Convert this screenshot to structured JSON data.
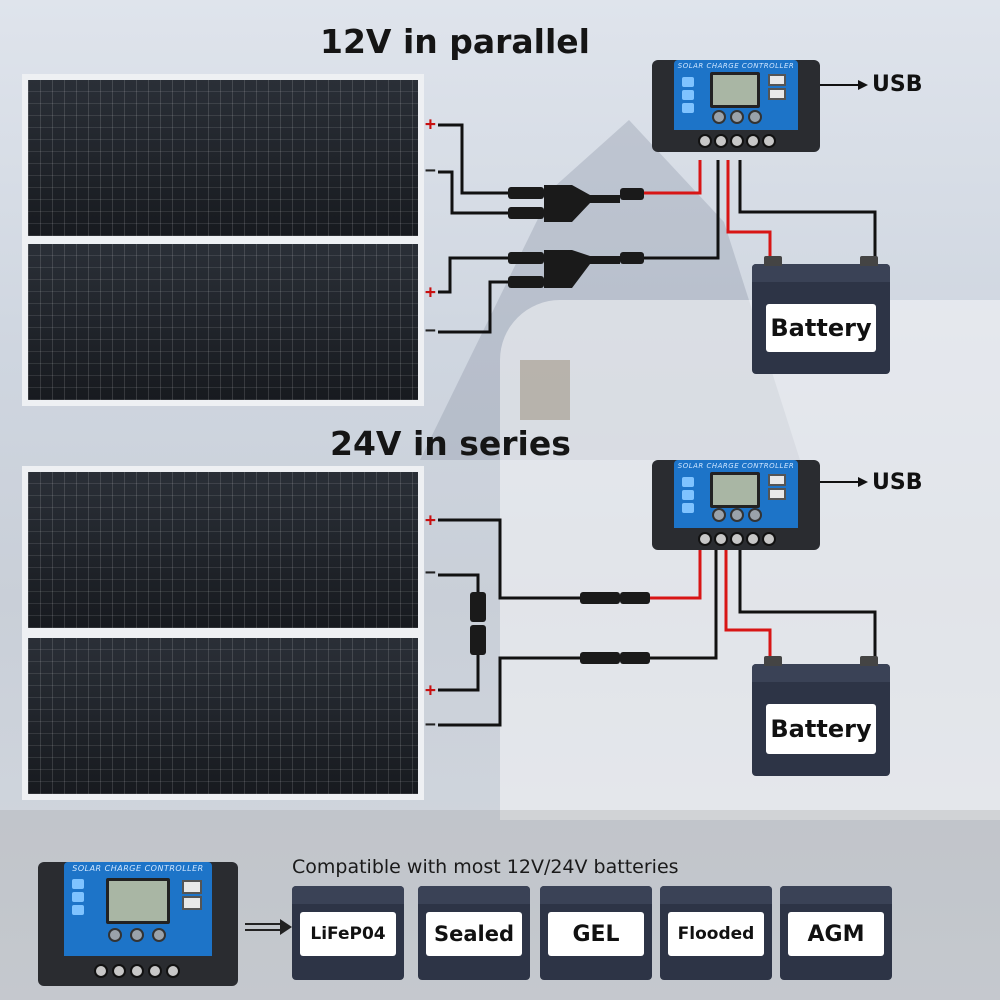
{
  "diagram": {
    "parallel_title": "12V in parallel",
    "series_title": "24V in series",
    "usb_label": "USB",
    "controller_header": "SOLAR CHARGE CONTROLLER",
    "plus": "+",
    "minus": "−",
    "battery_label": "Battery",
    "compat_text": "Compatible with most 12V/24V batteries",
    "battery_types": [
      "LiFeP04",
      "Sealed",
      "GEL",
      "Flooded",
      "AGM"
    ],
    "colors": {
      "positive_wire": "#d81515",
      "negative_wire": "#111111",
      "controller_blue": "#1d74c8",
      "battery_body": "#2d3446"
    }
  }
}
